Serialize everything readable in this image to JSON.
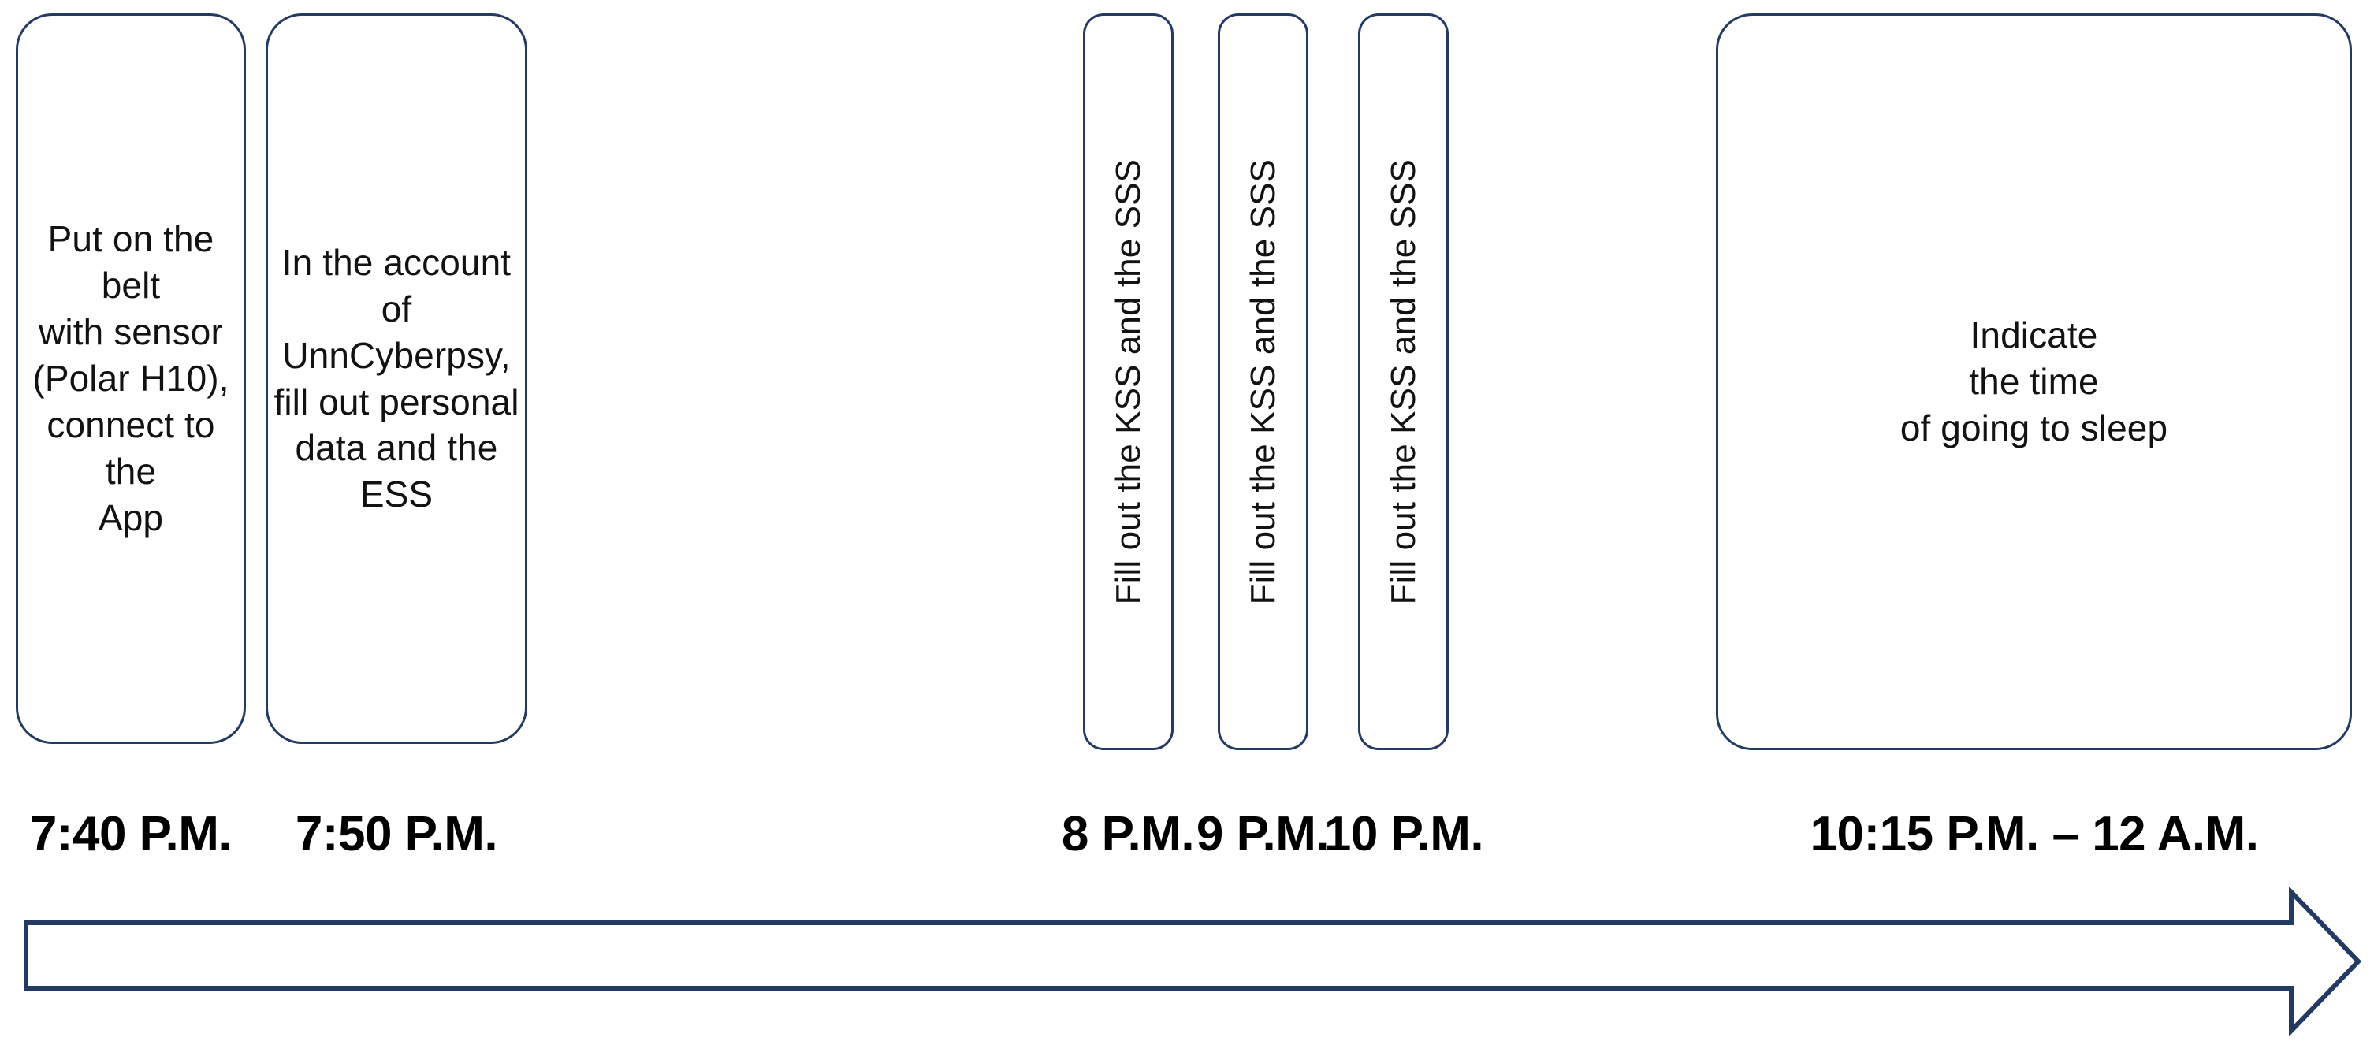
{
  "diagram": {
    "title_present": false,
    "colors": {
      "box_stroke": "#233a63",
      "box_fill": "#ffffff",
      "text": "#121212",
      "time_label_text": "#000000",
      "arrow_stroke": "#233a63",
      "arrow_fill": "#ffffff",
      "background": "#ffffff"
    },
    "steps": [
      {
        "id": "step-1",
        "text": "Put on the belt\nwith sensor\n(Polar H10),\nconnect to the\nApp",
        "orientation": "horizontal",
        "time": "7:40 P.M."
      },
      {
        "id": "step-2",
        "text": "In the account\nof UnnCyberpsy,\nfill out personal\ndata and the ESS",
        "orientation": "horizontal",
        "time": "7:50 P.M."
      },
      {
        "id": "step-3",
        "text": "Fill out the KSS and the SSS",
        "orientation": "vertical",
        "time": "8 P.M."
      },
      {
        "id": "step-4",
        "text": "Fill out the KSS and the SSS",
        "orientation": "vertical",
        "time": "9 P.M."
      },
      {
        "id": "step-5",
        "text": "Fill out the KSS and the SSS",
        "orientation": "vertical",
        "time": "10 P.M."
      },
      {
        "id": "step-6",
        "text": "Indicate\nthe time\nof going to sleep",
        "orientation": "horizontal",
        "time": "10:15 P.M. – 12 A.M."
      }
    ],
    "arrow": {
      "name": "time-arrow",
      "direction": "right",
      "label": ""
    }
  }
}
